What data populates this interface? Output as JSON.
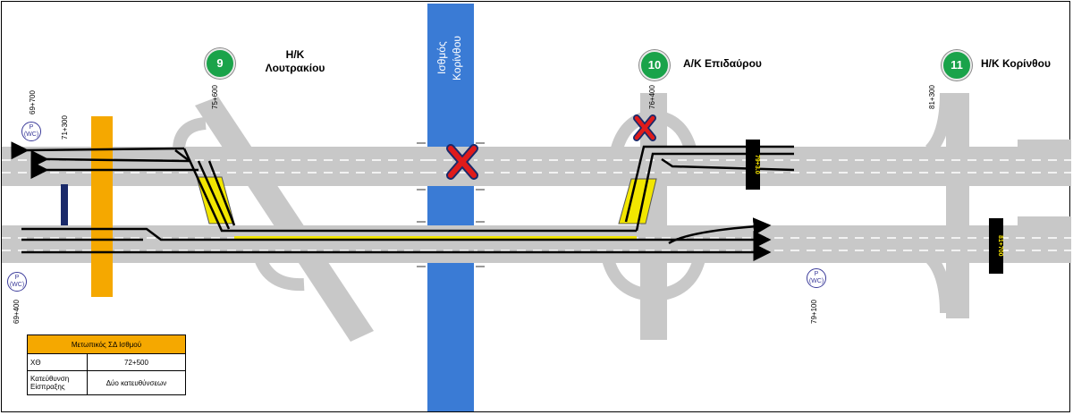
{
  "junctions": [
    {
      "number": "9",
      "name_line1": "Η/Κ",
      "name_line2": "Λουτρακίου",
      "chainage": "75+600"
    },
    {
      "number": "10",
      "name_line1": "Α/Κ Επιδαύρου",
      "name_line2": "",
      "chainage": "76+400"
    },
    {
      "number": "11",
      "name_line1": "Η/Κ Κορίνθου",
      "name_line2": "",
      "chainage": "81+300"
    }
  ],
  "isthmus_label": "Ισθμός Κορίνθου",
  "chainages": {
    "left_top_parking": "69+700",
    "left_bottom_parking": "69+400",
    "left_toll": "71+300",
    "right_parking": "79+100"
  },
  "parking": {
    "symbol": "P",
    "sub": "(WC)"
  },
  "toll_markers": {
    "upper": "79+3.0",
    "lower": "81+700"
  },
  "info_table": {
    "title": "Μετωπικός ΣΔ Ισθμού",
    "rows": [
      {
        "label": "ΧΘ",
        "value": "72+500"
      },
      {
        "label": "Κατεύθυνση Είσπραξης",
        "value": "Δύο κατευθύνσεων"
      }
    ]
  },
  "colors": {
    "road": "#c8c8c8",
    "isthmus": "#3a7bd5",
    "toll_plaza": "#f5a800",
    "highlight": "#f2e600",
    "badge": "#1aa34a",
    "closure": "#e01b1b"
  },
  "icons": [
    "closure-x-icon",
    "arrow-right-icon",
    "arrow-left-icon",
    "parking-icon"
  ]
}
